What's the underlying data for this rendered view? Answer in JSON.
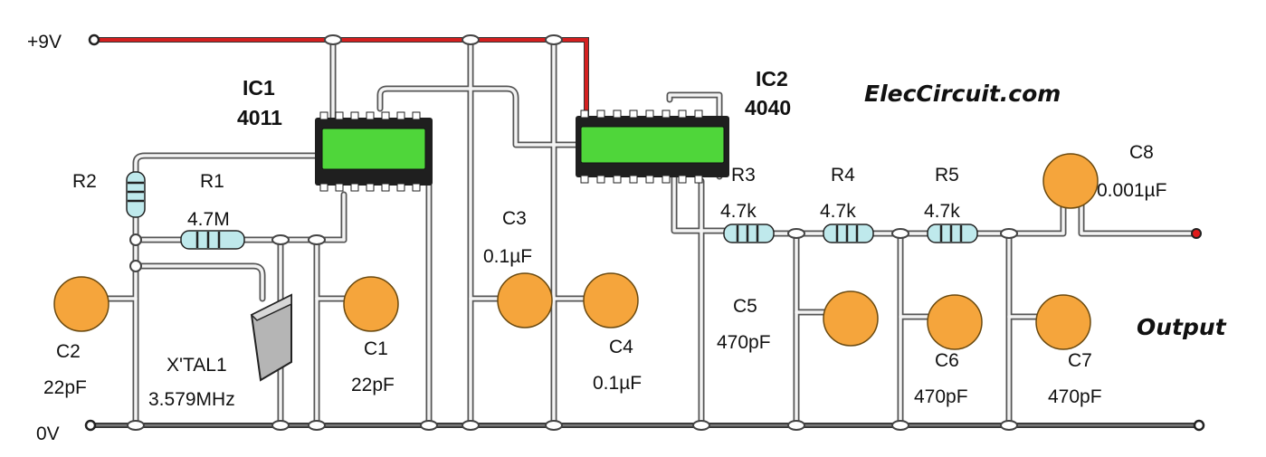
{
  "rails": {
    "positive": "+9V",
    "ground": "0V"
  },
  "ics": [
    {
      "name": "IC1",
      "part": "4011"
    },
    {
      "name": "IC2",
      "part": "4040"
    }
  ],
  "brand": "ElecCircuit.com",
  "output_label": "Output",
  "resistors": [
    {
      "name": "R1",
      "value": "4.7M"
    },
    {
      "name": "R2",
      "value": ""
    },
    {
      "name": "R3",
      "value": "4.7k"
    },
    {
      "name": "R4",
      "value": "4.7k"
    },
    {
      "name": "R5",
      "value": "4.7k"
    }
  ],
  "capacitors": [
    {
      "name": "C1",
      "value": "22pF"
    },
    {
      "name": "C2",
      "value": "22pF"
    },
    {
      "name": "C3",
      "value": "0.1µF"
    },
    {
      "name": "C4",
      "value": "0.1µF"
    },
    {
      "name": "C5",
      "value": "470pF"
    },
    {
      "name": "C6",
      "value": "470pF"
    },
    {
      "name": "C7",
      "value": "470pF"
    },
    {
      "name": "C8",
      "value": "0.001µF"
    }
  ],
  "crystal": {
    "name": "X'TAL1",
    "value": "3.579MHz"
  },
  "colors": {
    "capacitor": "#f5a53c",
    "resistor": "#bfe9ec",
    "ic_window": "#4fd63a",
    "supply_wire": "#d42020"
  }
}
